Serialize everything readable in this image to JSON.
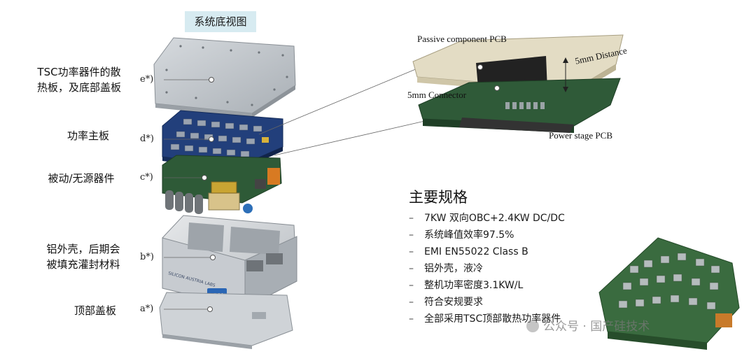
{
  "title": "系统底视图",
  "layers": [
    {
      "label": "TSC功率器件的散\n热板，及底部盖板",
      "tag": "e*)"
    },
    {
      "label": "功率主板",
      "tag": "d*)"
    },
    {
      "label": "被动/无源器件",
      "tag": "c*)"
    },
    {
      "label": "铝外壳，后期会\n被填充灌封材料",
      "tag": "b*)"
    },
    {
      "label": "顶部盖板",
      "tag": "a*)"
    }
  ],
  "pcb_labels": {
    "passive": "Passive component PCB",
    "distance": "5mm Distance",
    "connector": "5mm Connector",
    "power": "Power stage PCB"
  },
  "housing_logo": {
    "brand": "SAL",
    "text": "SILICON AUSTRIA LABS"
  },
  "specs": {
    "title": "主要规格",
    "bullet": "–",
    "items": [
      "7KW 双向OBC+2.4KW DC/DC",
      "系统峰值效率97.5%",
      "EMI EN55022 Class B",
      "铝外壳，液冷",
      "整机功率密度3.1KW/L",
      "符合安规要求",
      "全部采用TSC顶部散热功率器件"
    ]
  },
  "watermark": "公众号 · 国产硅技术",
  "colors": {
    "title_bg": "#d7ebf1",
    "pcb_blue": "#1f3f7a",
    "pcb_green": "#2f5b37",
    "plate_gray": "#b9bec3"
  }
}
